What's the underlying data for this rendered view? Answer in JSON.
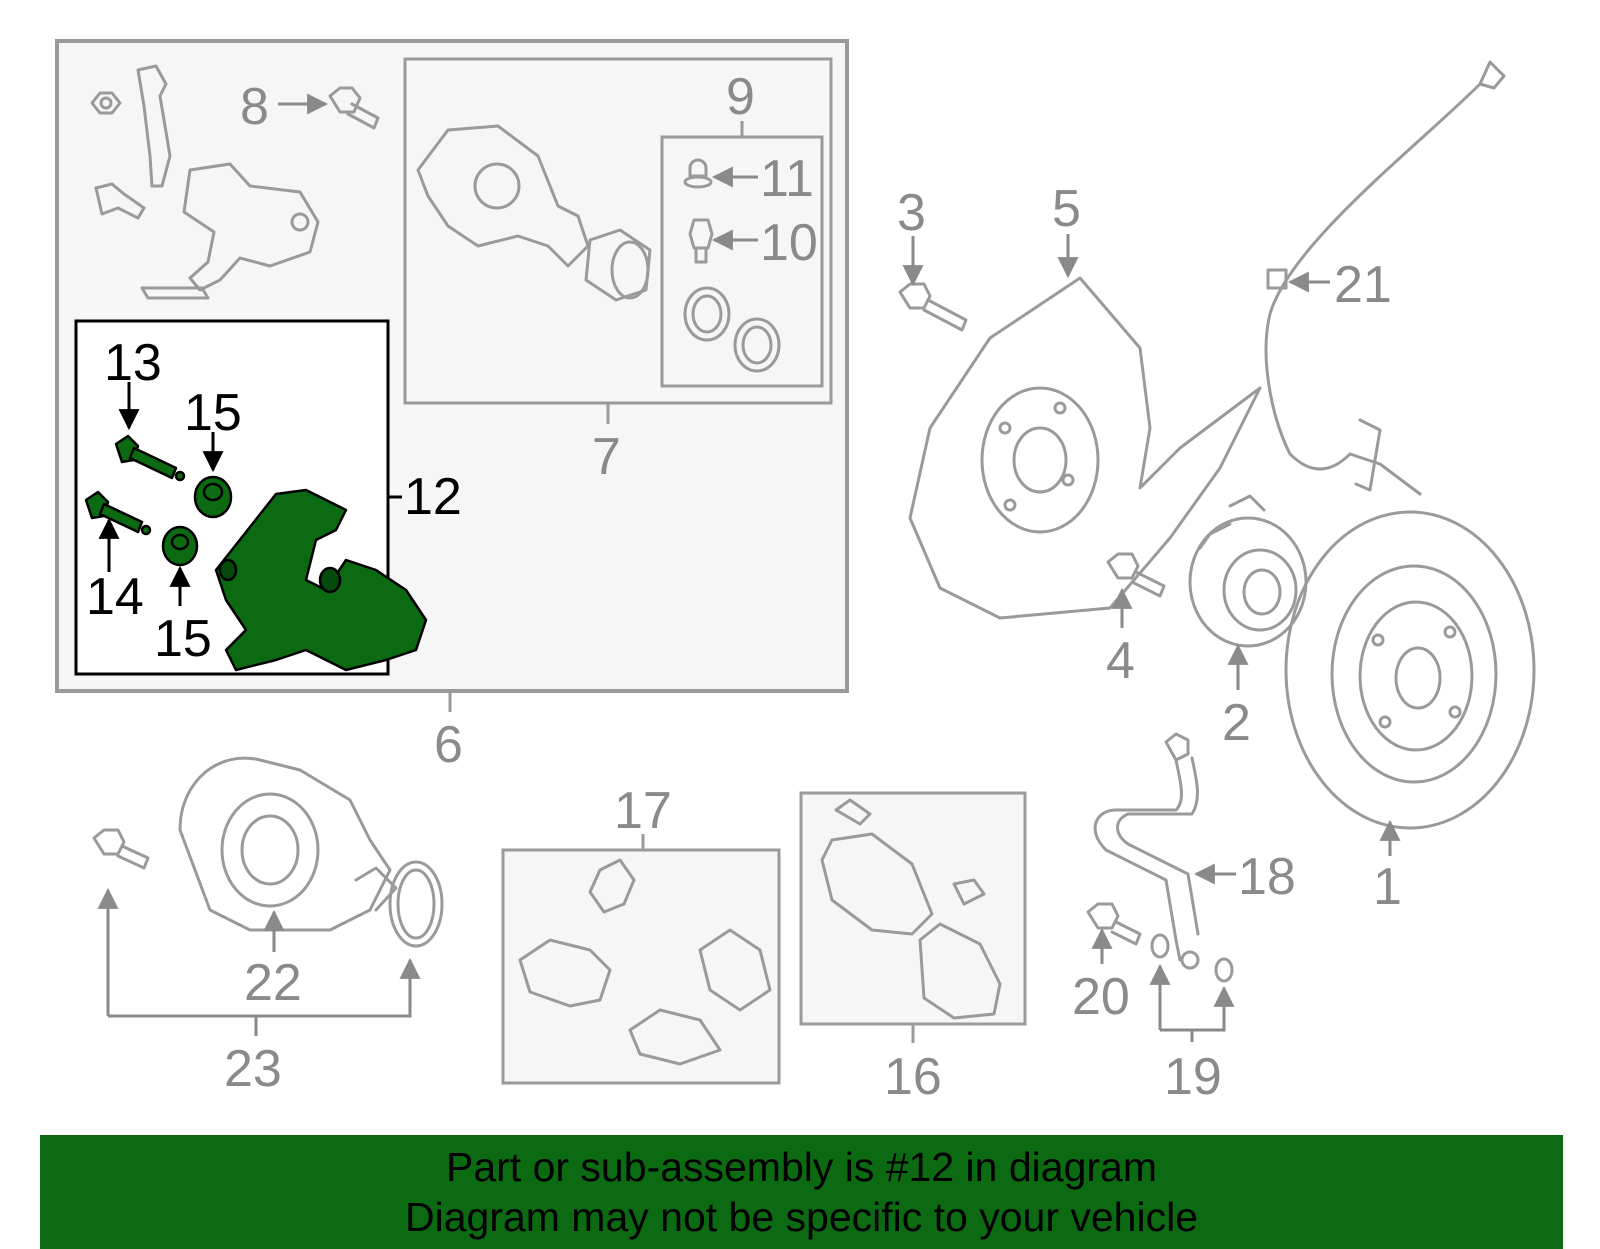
{
  "banner": {
    "line1": "Part or sub-assembly is #12 in diagram",
    "line2": "Diagram may not be specific to your vehicle",
    "color": "#0b6a12"
  },
  "highlight_color": "#0b6a12",
  "line_color": "#9a9a9a",
  "callouts": {
    "c1": "1",
    "c2": "2",
    "c3": "3",
    "c4": "4",
    "c5": "5",
    "c6": "6",
    "c7": "7",
    "c8": "8",
    "c9": "9",
    "c10": "10",
    "c11": "11",
    "c12": "12",
    "c13": "13",
    "c14": "14",
    "c15a": "15",
    "c15b": "15",
    "c16": "16",
    "c17": "17",
    "c18": "18",
    "c19": "19",
    "c20": "20",
    "c21": "21",
    "c22": "22",
    "c23": "23"
  }
}
